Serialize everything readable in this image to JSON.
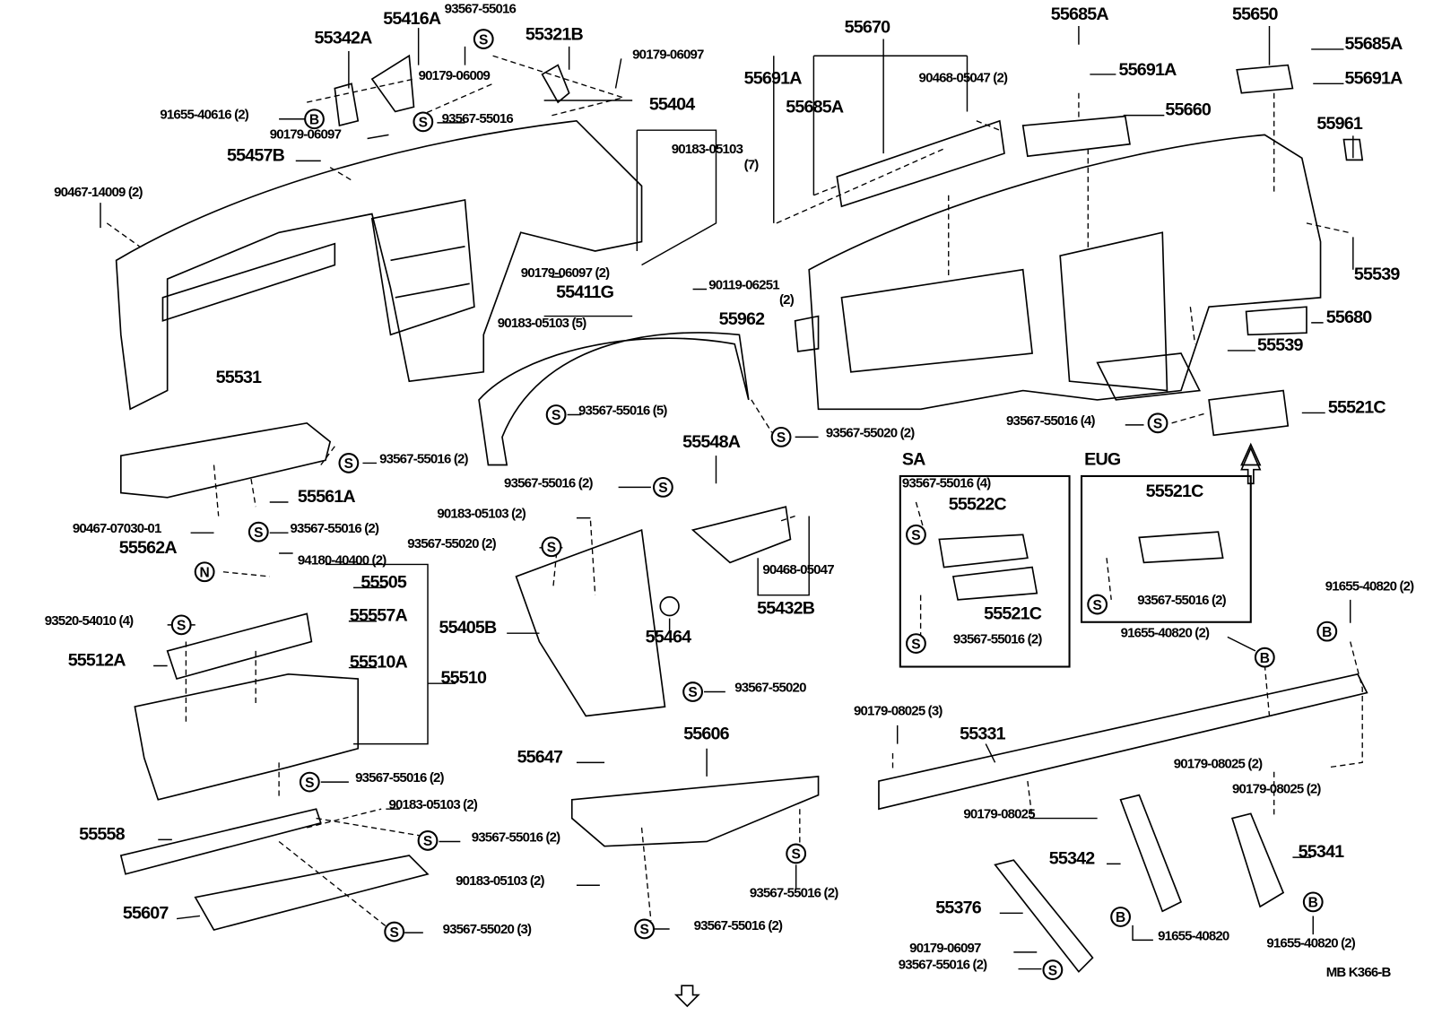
{
  "labels": [
    "55416A",
    "93567-55016",
    "55342A",
    "55321B",
    "90179-06097",
    "90179-06009",
    "91655-40616 (2)",
    "93567-55016",
    "90179-06097",
    "55457B",
    "90467-14009 (2)",
    "55404",
    "90183-05103",
    "(7)",
    "55670",
    "55691A",
    "55685A",
    "90468-05047 (2)",
    "55685A",
    "55691A",
    "55650",
    "55685A",
    "55691A",
    "55660",
    "55961",
    "55539",
    "55680",
    "55539",
    "55521C",
    "93567-55016 (4)",
    "55962",
    "90179-06097 (2)",
    "90119-06251",
    "(2)",
    "55411G",
    "90183-05103 (5)",
    "93567-55016 (5)",
    "93567-55020 (2)",
    "55531",
    "93567-55016 (2)",
    "55561A",
    "90467-07030-01",
    "93567-55016 (2)",
    "55562A",
    "94180-40400 (2)",
    "55505",
    "93520-54010 (4)",
    "55557A",
    "55512A",
    "55510A",
    "55510",
    "55548A",
    "93567-55016 (2)",
    "90183-05103 (2)",
    "93567-55020 (2)",
    "90468-05047",
    "55432B",
    "55405B",
    "55464",
    "93567-55020",
    "SA",
    "93567-55016 (4)",
    "55522C",
    "55521C",
    "93567-55016 (2)",
    "EUG",
    "55521C",
    "93567-55016 (2)",
    "91655-40820 (2)",
    "91655-40820 (2)",
    "90179-08025 (3)",
    "55331",
    "90179-08025 (2)",
    "90179-08025 (2)",
    "55606",
    "55647",
    "93567-55016 (2)",
    "90183-05103 (2)",
    "55558",
    "93567-55016 (2)",
    "90179-08025",
    "55342",
    "55341",
    "90183-05103 (2)",
    "93567-55016 (2)",
    "55607",
    "93567-55020 (3)",
    "93567-55016 (2)",
    "55376",
    "91655-40820",
    "91655-40820 (2)",
    "90179-06097",
    "93567-55016 (2)",
    "MB  K366-B"
  ],
  "symbols": [
    "S",
    "S",
    "S",
    "S",
    "S",
    "S",
    "S",
    "S",
    "S",
    "S",
    "S",
    "S",
    "S",
    "S",
    "S",
    "S",
    "S",
    "S",
    "S",
    "S",
    "B",
    "B",
    "B",
    "B",
    "B",
    "N"
  ],
  "next_page_arrow": "⇩"
}
